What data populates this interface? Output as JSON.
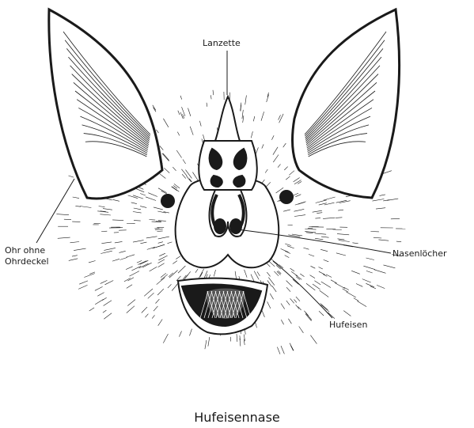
{
  "labels": {
    "lanzette": "Lanzette",
    "ohr_line1": "Ohr ohne",
    "ohr_line2": "Ohrdeckel",
    "nasenloecher": "Nasenlöcher",
    "hufeisen": "Hufeisen"
  },
  "caption": "Hufeisennase",
  "colors": {
    "ink": "#1a1a1a",
    "paper": "#ffffff"
  }
}
